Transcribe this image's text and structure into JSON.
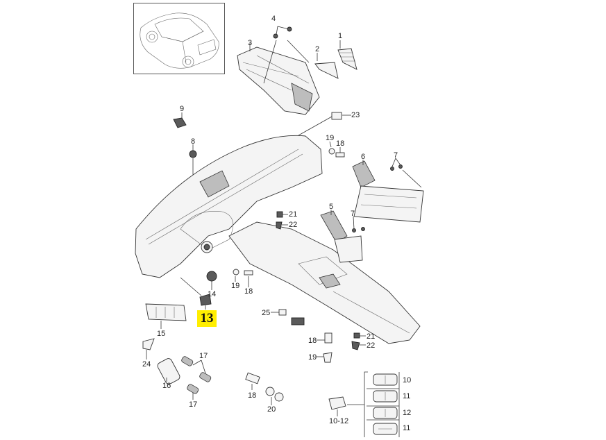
{
  "diagram": {
    "title": "Dashboard / center console switches – exploded parts view",
    "highlight_color": "#ffee00",
    "highlighted_callout": "13",
    "callouts": [
      {
        "id": "c1",
        "label": "1"
      },
      {
        "id": "c2",
        "label": "2"
      },
      {
        "id": "c3",
        "label": "3"
      },
      {
        "id": "c4",
        "label": "4"
      },
      {
        "id": "c23",
        "label": "23"
      },
      {
        "id": "c9",
        "label": "9"
      },
      {
        "id": "c8",
        "label": "8"
      },
      {
        "id": "c19a",
        "label": "19"
      },
      {
        "id": "c18a",
        "label": "18"
      },
      {
        "id": "c6",
        "label": "6"
      },
      {
        "id": "c7a",
        "label": "7"
      },
      {
        "id": "c5",
        "label": "5"
      },
      {
        "id": "c7b",
        "label": "7"
      },
      {
        "id": "c21a",
        "label": "21"
      },
      {
        "id": "c22a",
        "label": "22"
      },
      {
        "id": "c14",
        "label": "14"
      },
      {
        "id": "c19b",
        "label": "19"
      },
      {
        "id": "c18b",
        "label": "18"
      },
      {
        "id": "c13",
        "label": "13"
      },
      {
        "id": "c15",
        "label": "15"
      },
      {
        "id": "c25",
        "label": "25"
      },
      {
        "id": "c18c",
        "label": "18"
      },
      {
        "id": "c19c",
        "label": "19"
      },
      {
        "id": "c21b",
        "label": "21"
      },
      {
        "id": "c22b",
        "label": "22"
      },
      {
        "id": "c24",
        "label": "24"
      },
      {
        "id": "c17a",
        "label": "17"
      },
      {
        "id": "c16",
        "label": "16"
      },
      {
        "id": "c17b",
        "label": "17"
      },
      {
        "id": "c18d",
        "label": "18"
      },
      {
        "id": "c20",
        "label": "20"
      },
      {
        "id": "c1012",
        "label": "10-12"
      }
    ],
    "switch_variants": [
      {
        "label": "10"
      },
      {
        "label": "11"
      },
      {
        "label": "12"
      },
      {
        "label": "11"
      }
    ]
  }
}
